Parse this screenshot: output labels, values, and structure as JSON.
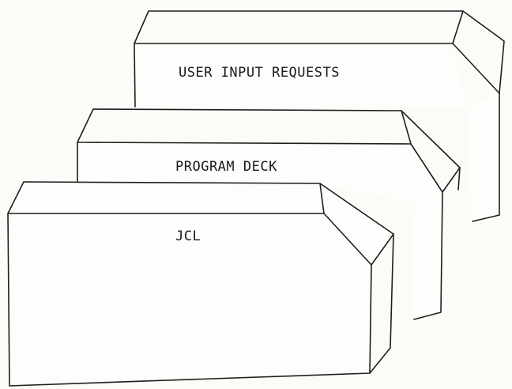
{
  "diagram": {
    "blocks": [
      {
        "label": "USER INPUT REQUESTS"
      },
      {
        "label": "PROGRAM DECK"
      },
      {
        "label": "JCL"
      }
    ]
  }
}
